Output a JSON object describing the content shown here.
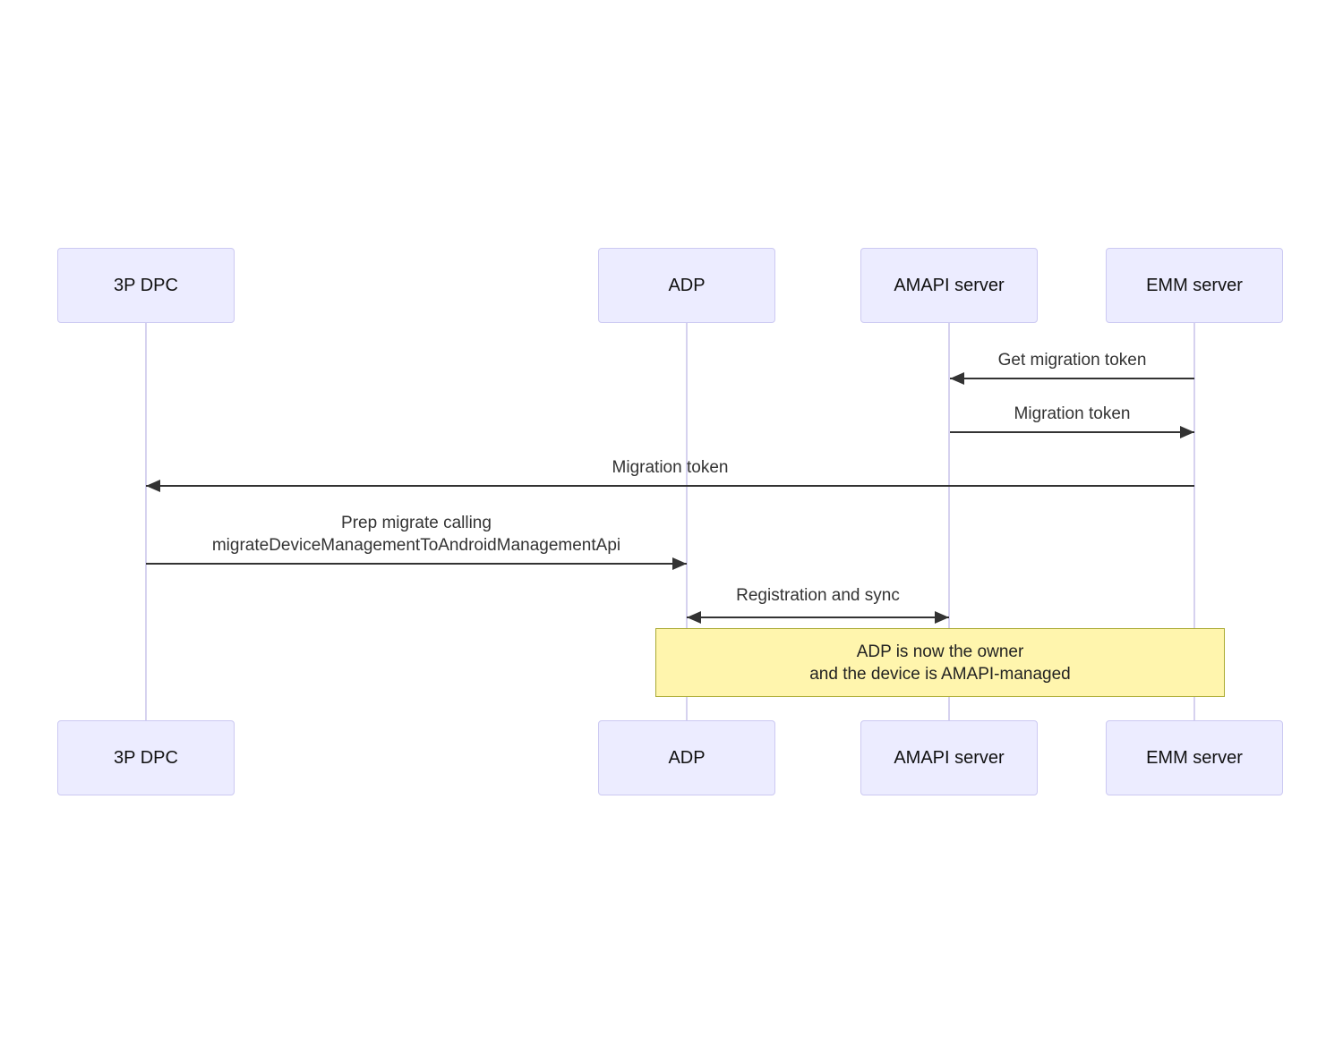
{
  "diagram": {
    "type": "sequence",
    "colors": {
      "background": "#FFFFFF",
      "actor_fill": "#ECECFF",
      "actor_border": "#CCC9F2",
      "lifeline": "#D6D2EF",
      "arrow": "#333333",
      "text": "#333333",
      "note_fill": "#FFF5AD",
      "note_border": "#AAAA33"
    },
    "actors": [
      {
        "label": "3P DPC"
      },
      {
        "label": "ADP"
      },
      {
        "label": "AMAPI server"
      },
      {
        "label": "EMM server"
      }
    ],
    "messages": [
      {
        "from": "EMM server",
        "to": "AMAPI server",
        "arrow": "left",
        "lines": [
          "Get migration token"
        ]
      },
      {
        "from": "AMAPI server",
        "to": "EMM server",
        "arrow": "right",
        "lines": [
          "Migration token"
        ]
      },
      {
        "from": "EMM server",
        "to": "3P DPC",
        "arrow": "left",
        "lines": [
          "Migration token"
        ]
      },
      {
        "from": "3P DPC",
        "to": "ADP",
        "arrow": "right",
        "lines": [
          "Prep migrate calling",
          "migrateDeviceManagementToAndroidManagementApi"
        ]
      },
      {
        "from": "ADP",
        "to": "AMAPI server",
        "arrow": "both",
        "lines": [
          "Registration and sync"
        ]
      }
    ],
    "note": {
      "over": [
        "ADP",
        "EMM server"
      ],
      "lines": [
        "ADP is now the owner",
        "and the device is AMAPI-managed"
      ]
    }
  }
}
